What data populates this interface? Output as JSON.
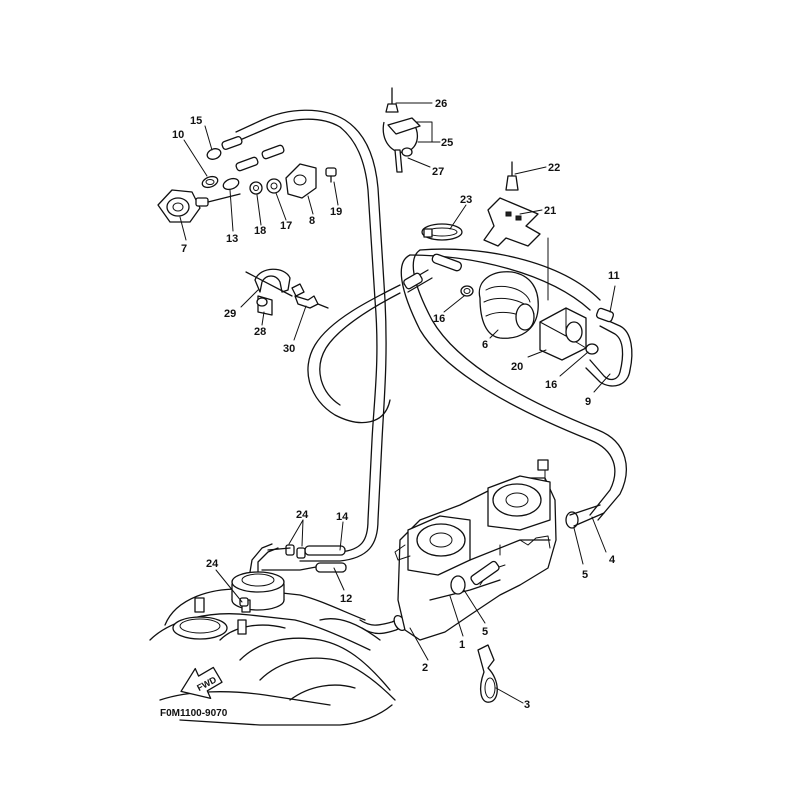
{
  "diagram": {
    "drawing_code": "F0M1100-9070",
    "fwd_label": "FWD",
    "callouts": {
      "c1": "1",
      "c2": "2",
      "c3": "3",
      "c4": "4",
      "c5a": "5",
      "c5b": "5",
      "c6": "6",
      "c7": "7",
      "c8": "8",
      "c9": "9",
      "c10": "10",
      "c11": "11",
      "c12": "12",
      "c13": "13",
      "c14": "14",
      "c15": "15",
      "c16a": "16",
      "c16b": "16",
      "c17": "17",
      "c18": "18",
      "c19": "19",
      "c20": "20",
      "c21": "21",
      "c22": "22",
      "c23": "23",
      "c24a": "24",
      "c24b": "24",
      "c25": "25",
      "c26": "26",
      "c27": "27",
      "c28": "28",
      "c29": "29",
      "c30": "30"
    }
  }
}
